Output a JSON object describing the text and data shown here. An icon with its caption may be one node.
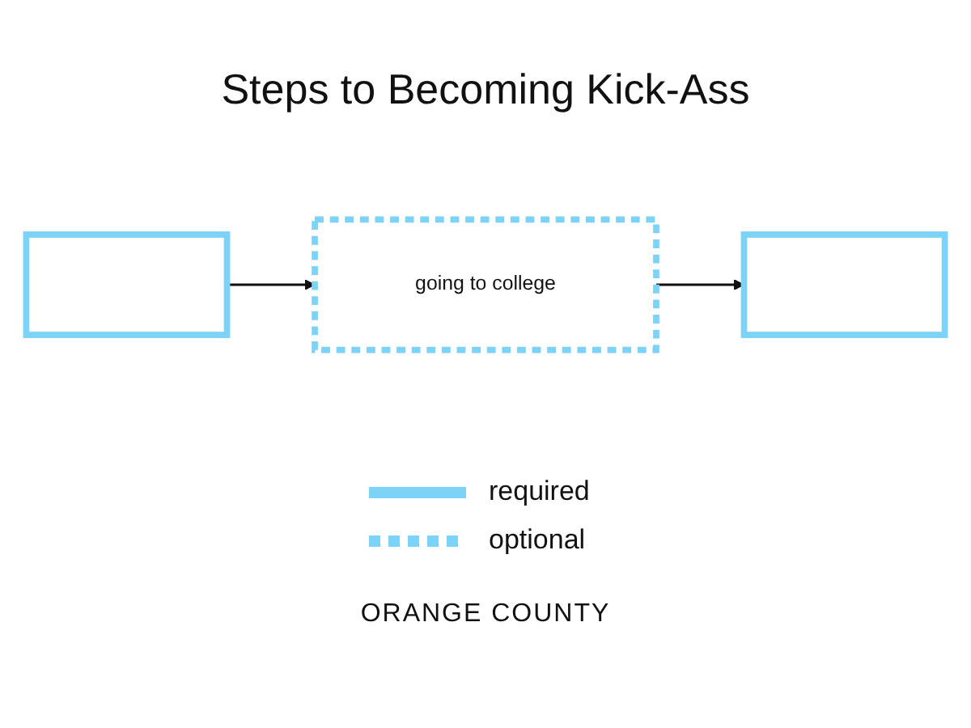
{
  "diagram": {
    "title": "Steps to Becoming Kick-Ass",
    "nodes": [
      {
        "text": [],
        "shape": "box"
      },
      {
        "text": [
          "going to college"
        ]
      },
      {
        "text": [],
        "shape": "box"
      }
    ],
    "edges": [
      {
        "from": 0,
        "to": 1,
        "arrow": "to"
      },
      {
        "from": 1,
        "to": 2,
        "arrow": "to"
      }
    ],
    "labels": [
      "ORANGE COUNTY"
    ],
    "legend": [
      {
        "text": "required"
      },
      {
        "text": "optional"
      }
    ]
  }
}
